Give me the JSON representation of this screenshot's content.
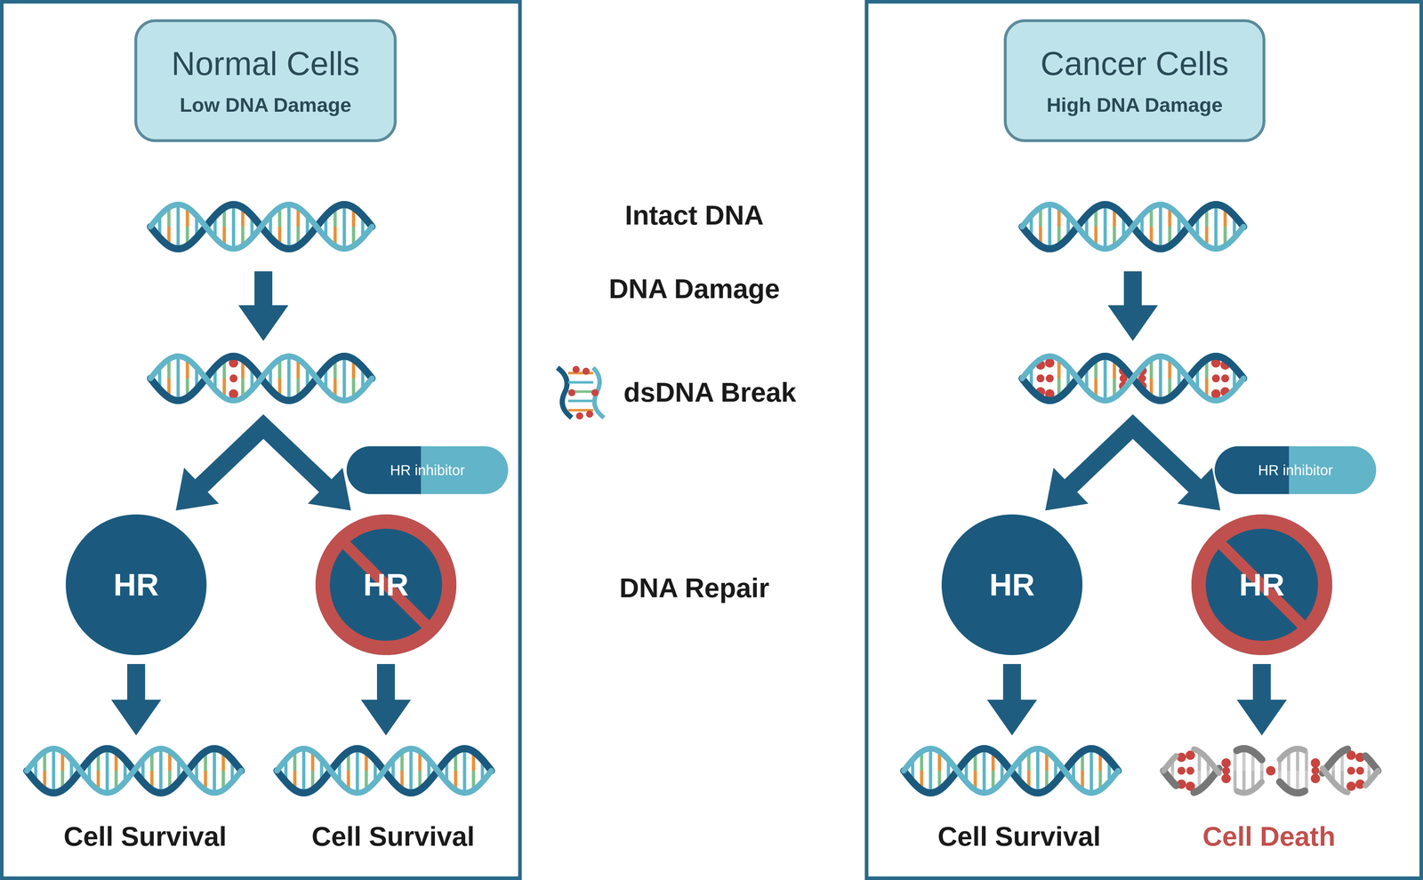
{
  "diagram": {
    "nodes": [
      {
        "text": [
          "Normal Cells",
          "Low DNA Damage"
        ]
      },
      {
        "text": [
          "Cancer Cells",
          "High DNA Damage"
        ]
      },
      {
        "text": [
          "HR inhibitor"
        ]
      },
      {
        "text": [
          "HR inhibitor"
        ]
      },
      {
        "text": [
          "HR"
        ]
      },
      {
        "text": [
          "HR"
        ]
      },
      {
        "text": [
          "HR"
        ]
      },
      {
        "text": [
          "HR"
        ]
      }
    ],
    "labels": [
      "Intact DNA",
      "DNA Damage",
      "dsDNA Break",
      "DNA Repair",
      "Cell Survival",
      "Cell Survival",
      "Cell Survival",
      "Cell Death"
    ]
  }
}
